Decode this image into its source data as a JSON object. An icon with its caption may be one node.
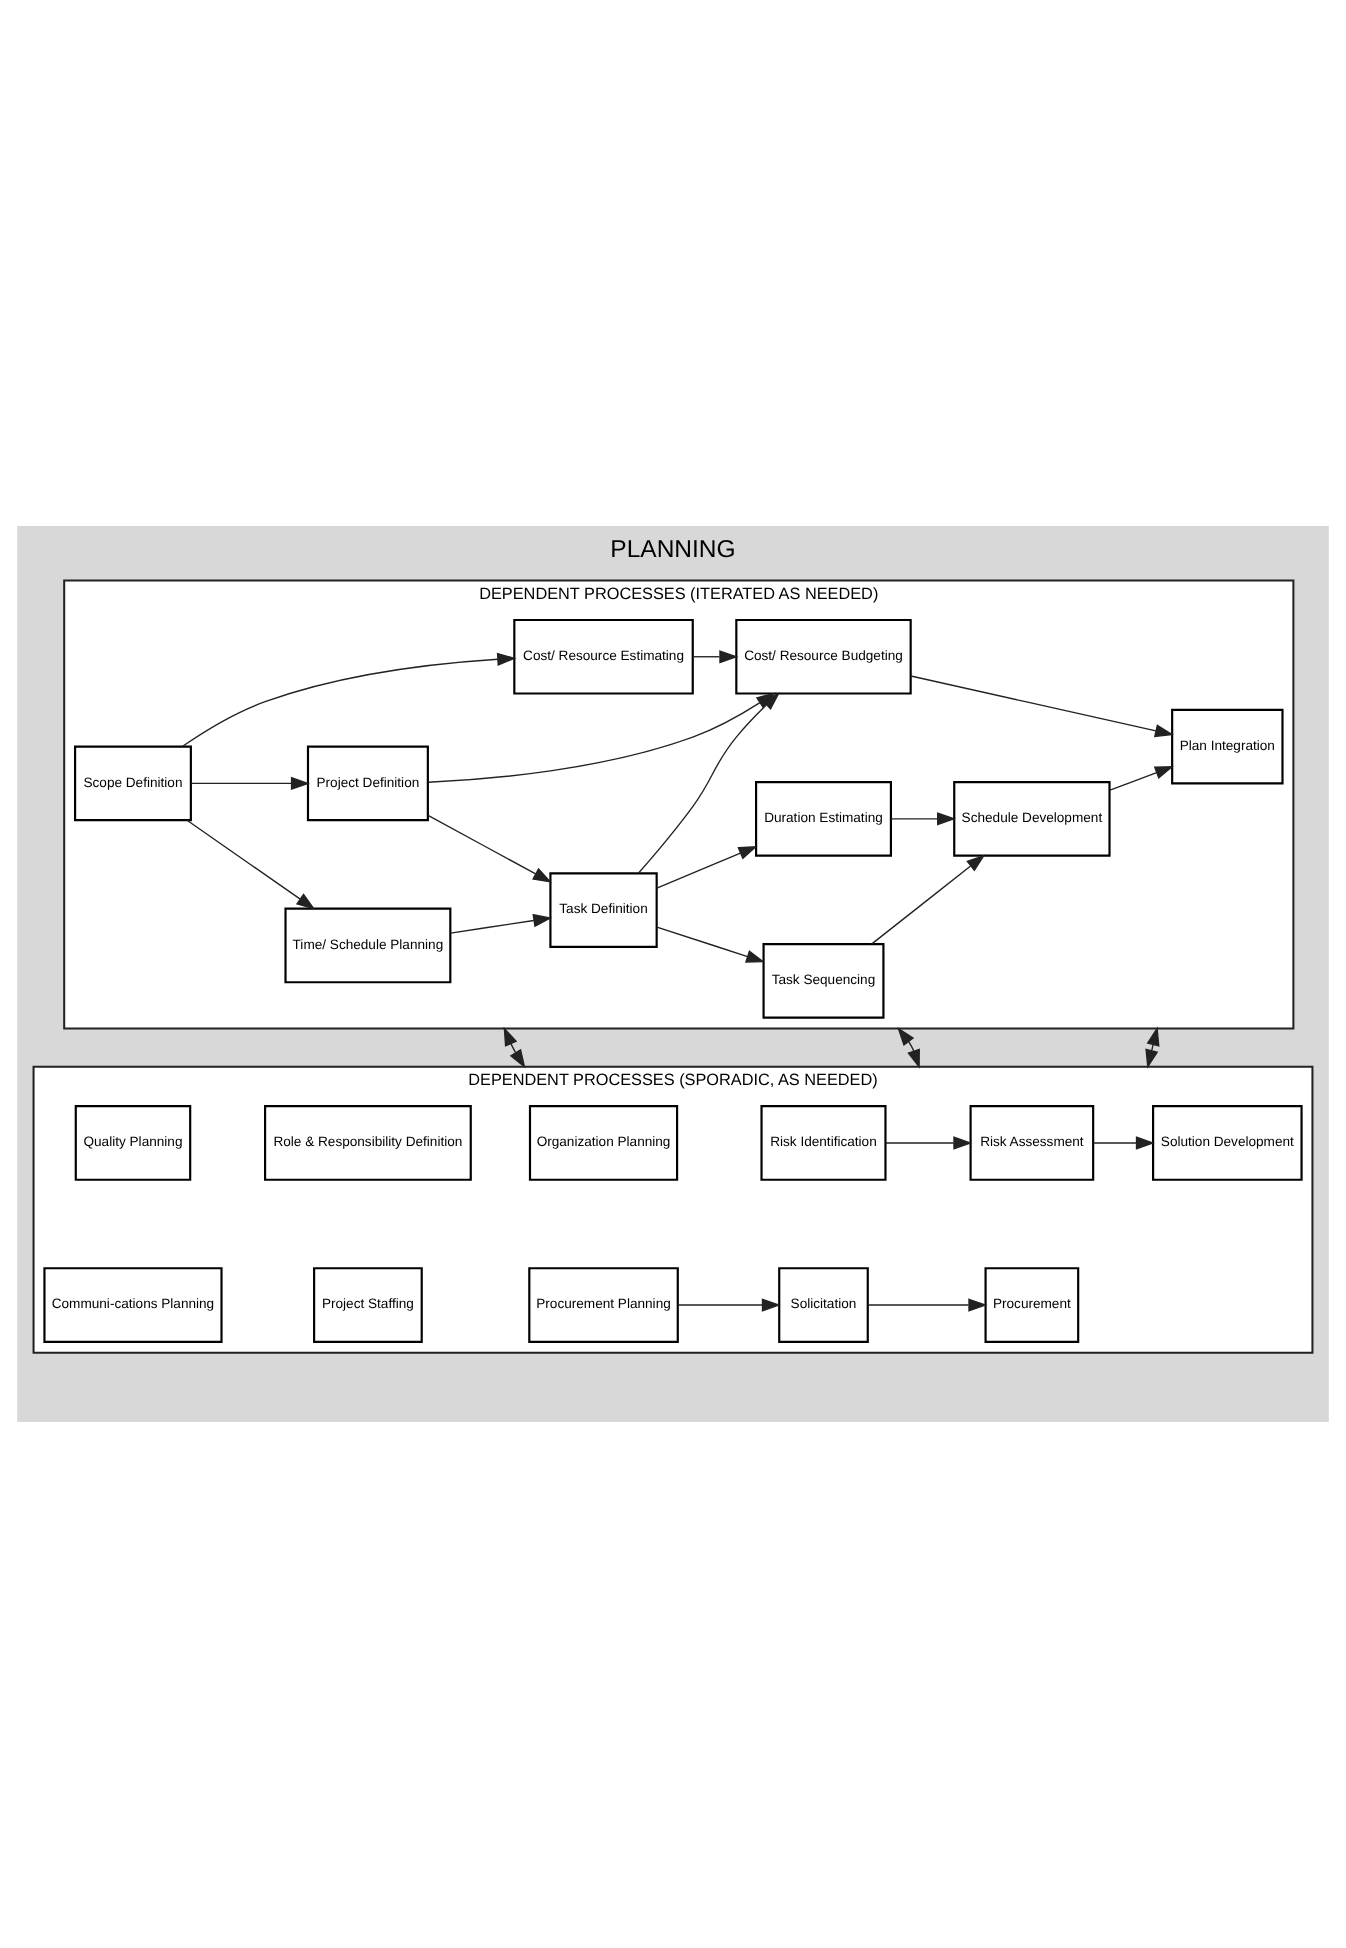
{
  "diagram": {
    "title": "PLANNING",
    "nodes": [
      {
        "text": [
          "DEPENDENT PROCESSES (ITERATED AS NEEDED)"
        ]
      },
      {
        "text": [
          "Scope Definition"
        ],
        "in": 0
      },
      {
        "text": [
          "Time/ Schedule Planning"
        ],
        "in": 0
      },
      {
        "text": [
          "Project Definition"
        ],
        "in": 0
      },
      {
        "text": [
          "Cost/ Resource Estimating"
        ],
        "in": 0
      },
      {
        "text": [
          "Task Definition"
        ],
        "in": 0
      },
      {
        "text": [
          "Task Sequencing"
        ],
        "in": 0
      },
      {
        "text": [
          "Duration Estimating"
        ],
        "in": 0
      },
      {
        "text": [
          "Schedule Development"
        ],
        "in": 0
      },
      {
        "text": [
          "Cost/ Resource Budgeting"
        ],
        "in": 0
      },
      {
        "text": [
          "Plan Integration"
        ],
        "in": 0
      },
      {
        "text": [
          "DEPENDENT PROCESSES (SPORADIC, AS NEEDED)"
        ]
      },
      {
        "text": [
          "Quality Planning"
        ],
        "in": 11
      },
      {
        "text": [
          "Role & Responsibility Definition"
        ],
        "in": 11
      },
      {
        "text": [
          "Organization Planning"
        ],
        "in": 11
      },
      {
        "text": [
          "Risk Identification"
        ],
        "in": 11
      },
      {
        "text": [
          "Risk Assessment"
        ],
        "in": 11
      },
      {
        "text": [
          "Solution Development"
        ],
        "in": 11
      },
      {
        "text": [
          "Communi-cations Planning"
        ],
        "in": 11
      },
      {
        "text": [
          "Project Staffing"
        ],
        "in": 11
      },
      {
        "text": [
          "Procurement Planning"
        ],
        "in": 11
      },
      {
        "text": [
          "Solicitation"
        ],
        "in": 11
      },
      {
        "text": [
          "Procurement"
        ],
        "in": 11
      }
    ],
    "edges": [
      {
        "from": 1,
        "to": 2,
        "arrow": "to"
      },
      {
        "from": 1,
        "to": 3,
        "arrow": "to"
      },
      {
        "from": 1,
        "to": 4,
        "arrow": "to"
      },
      {
        "from": 2,
        "to": 5,
        "arrow": "to"
      },
      {
        "from": 3,
        "to": 5,
        "arrow": "to"
      },
      {
        "from": 3,
        "to": 9,
        "arrow": "to"
      },
      {
        "from": 4,
        "to": 9,
        "arrow": "to"
      },
      {
        "from": 5,
        "to": 6,
        "arrow": "to"
      },
      {
        "from": 5,
        "to": 7,
        "arrow": "to"
      },
      {
        "from": 5,
        "to": 9,
        "arrow": "to"
      },
      {
        "from": 6,
        "to": 8,
        "arrow": "to"
      },
      {
        "from": 7,
        "to": 8,
        "arrow": "to"
      },
      {
        "from": 8,
        "to": 10,
        "arrow": "to"
      },
      {
        "from": 9,
        "to": 10,
        "arrow": "to"
      },
      {
        "from": 0,
        "to": 11,
        "arrow": "both"
      },
      {
        "from": 0,
        "to": 11,
        "arrow": "both"
      },
      {
        "from": 0,
        "to": 11,
        "arrow": "both"
      },
      {
        "from": 15,
        "to": 16,
        "arrow": "to"
      },
      {
        "from": 16,
        "to": 17,
        "arrow": "to"
      },
      {
        "from": 20,
        "to": 21,
        "arrow": "to"
      },
      {
        "from": 21,
        "to": 22,
        "arrow": "to"
      }
    ]
  }
}
